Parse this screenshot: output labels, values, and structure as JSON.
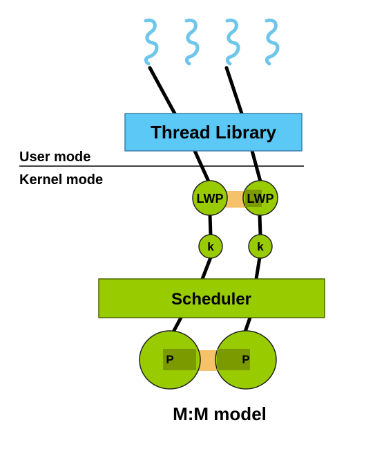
{
  "diagram": {
    "thread_library": {
      "label": "Thread Library"
    },
    "modes": {
      "user": "User mode",
      "kernel": "Kernel mode"
    },
    "lwps": [
      {
        "label": "LWP"
      },
      {
        "label": "LWP"
      }
    ],
    "kernel_threads": [
      {
        "label": "k"
      },
      {
        "label": "k"
      }
    ],
    "scheduler": {
      "label": "Scheduler"
    },
    "processors": [
      {
        "label": "P"
      },
      {
        "label": "P"
      }
    ],
    "caption": "M:M model"
  },
  "colors": {
    "thread_squiggle": "#6ec6ea",
    "thread_library_fill": "#5bc8f6",
    "kernel_green": "#99cc00",
    "kernel_green_dark": "#7a9a00",
    "connector_orange": "#f5c26b",
    "line": "#000000"
  }
}
